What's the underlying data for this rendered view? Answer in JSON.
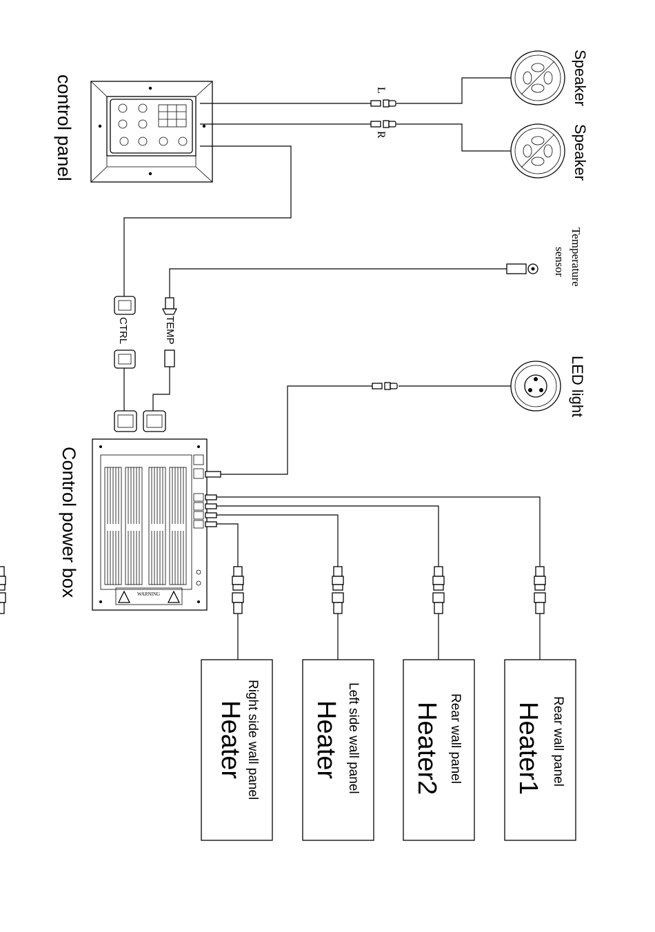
{
  "labels": {
    "control_panel": "control panel",
    "control_power_box": "Control power box",
    "speaker_left": "Speaker",
    "speaker_right": "Speaker",
    "channel_left": "L",
    "channel_right": "R",
    "temperature_sensor_line1": "Temperature",
    "temperature_sensor_line2": "sensor",
    "led_light": "LED  light",
    "ctrl_connector": "CTRL",
    "temp_connector": "TEMP",
    "warning_label": "WARNING"
  },
  "heaters": [
    {
      "line1": "Rear wall panel",
      "line2": "Heater1"
    },
    {
      "line1": "Rear wall panel",
      "line2": "Heater2"
    },
    {
      "line1": "Left side wall panel",
      "line2": "Heater"
    },
    {
      "line1": "Right side wall panel",
      "line2": "Heater"
    }
  ]
}
